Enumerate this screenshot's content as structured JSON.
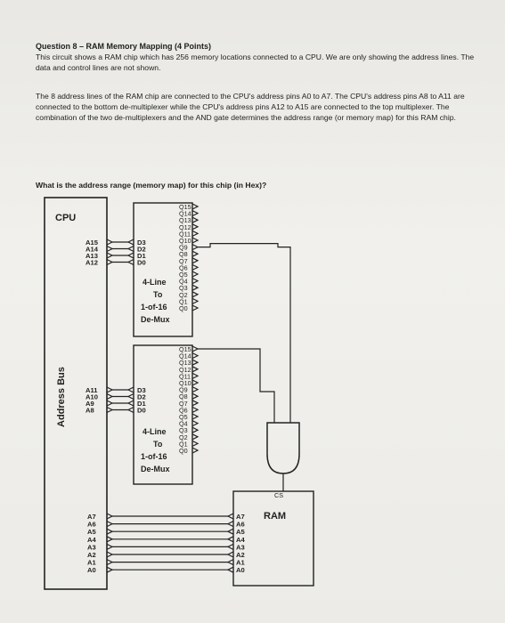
{
  "question": {
    "title": "Question 8 – RAM Memory Mapping (4 Points)",
    "intro": "This circuit shows a RAM chip which has 256 memory locations connected to a CPU. We are only showing the address lines. The data and control lines are not shown.",
    "description": "The 8 address lines of the RAM chip are connected to the CPU's address pins A0 to A7. The CPU's address pins A8 to A11 are connected to the bottom de-multiplexer while the CPU's address pins A12 to A15 are connected to the top multiplexer. The combination of the two de-multiplexers and the AND gate determines the address range (or memory map) for this RAM chip.",
    "prompt": "What is the address range (memory map) for this chip (in Hex)?"
  },
  "diagram": {
    "cpu_label": "CPU",
    "address_bus_label": "Address Bus",
    "demux_line1": "4-Line",
    "demux_line2": "To",
    "demux_line3": "1-of-16",
    "demux_line4": "De-Mux",
    "ram_label": "RAM",
    "cs_label": "CS",
    "top_cpu_pins": [
      "A15",
      "A14",
      "A13",
      "A12"
    ],
    "bottom_cpu_pins": [
      "A11",
      "A10",
      "A9",
      "A8"
    ],
    "demux_inputs": [
      "D3",
      "D2",
      "D1",
      "D0"
    ],
    "demux_outputs": [
      "Q15",
      "Q14",
      "Q13",
      "Q12",
      "Q11",
      "Q10",
      "Q9",
      "Q8",
      "Q7",
      "Q6",
      "Q5",
      "Q4",
      "Q3",
      "Q2",
      "Q1",
      "Q0"
    ],
    "low_address_pins": [
      "A7",
      "A6",
      "A5",
      "A4",
      "A3",
      "A2",
      "A1",
      "A0"
    ]
  }
}
